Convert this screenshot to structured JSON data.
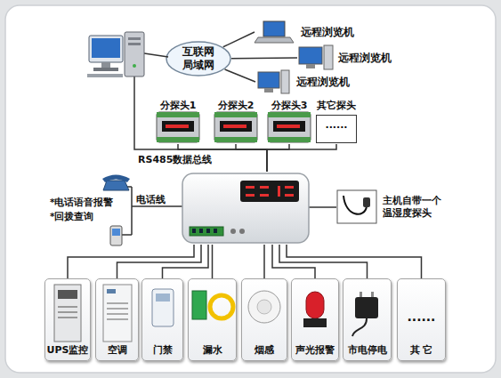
{
  "diagram": {
    "nodes": [
      {
        "text": [
          "远程浏览机"
        ]
      },
      {
        "text": [
          "互联网 局域网"
        ]
      },
      {
        "text": [
          "远程浏览机"
        ]
      },
      {
        "text": [
          "远程浏览机"
        ]
      },
      {
        "text": [
          "分探头1"
        ]
      },
      {
        "text": [
          "分探头2"
        ]
      },
      {
        "text": [
          "分探头3"
        ]
      },
      {
        "text": [
          "其它探头",
          "......"
        ]
      },
      {
        "text": []
      },
      {
        "text": [
          "主机自带一个 温湿度探头"
        ]
      },
      {
        "text": [
          "UPS监控"
        ]
      },
      {
        "text": [
          "空调"
        ]
      },
      {
        "text": [
          "门禁"
        ]
      },
      {
        "text": [
          "漏水"
        ]
      },
      {
        "text": [
          "烟感"
        ]
      },
      {
        "text": [
          "声光报警"
        ]
      },
      {
        "text": [
          "市电停电"
        ]
      },
      {
        "text": [
          "......",
          "其 它"
        ]
      }
    ],
    "edges": [
      {
        "from": 1,
        "to": 0,
        "arrow": "none"
      },
      {
        "from": 1,
        "to": 2,
        "arrow": "none"
      },
      {
        "from": 1,
        "to": 3,
        "arrow": "none"
      },
      {
        "from": 8,
        "to": 4,
        "arrow": "none"
      },
      {
        "from": 8,
        "to": 5,
        "arrow": "none"
      },
      {
        "from": 8,
        "to": 6,
        "arrow": "none"
      },
      {
        "from": 8,
        "to": 7,
        "arrow": "none"
      },
      {
        "from": 8,
        "to": 9,
        "arrow": "none"
      },
      {
        "from": 8,
        "to": 10,
        "arrow": "none"
      },
      {
        "from": 8,
        "to": 11,
        "arrow": "none"
      },
      {
        "from": 8,
        "to": 12,
        "arrow": "none"
      },
      {
        "from": 8,
        "to": 13,
        "arrow": "none"
      },
      {
        "from": 8,
        "to": 14,
        "arrow": "none"
      },
      {
        "from": 8,
        "to": 15,
        "arrow": "none"
      },
      {
        "from": 8,
        "to": 16,
        "arrow": "none"
      },
      {
        "from": 8,
        "to": 17,
        "arrow": "none"
      }
    ],
    "labels": [
      "RS485数据总线",
      "电话线",
      "*电话语音报警",
      "*回拨查询"
    ]
  }
}
